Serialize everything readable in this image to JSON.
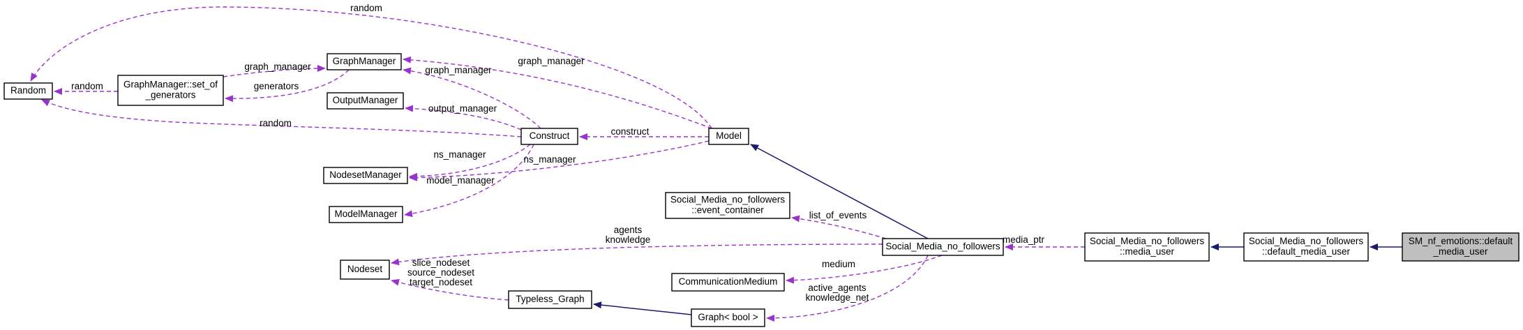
{
  "colors": {
    "usage_edge": "#9a32cd",
    "inheritance_edge": "#191970",
    "highlight_fill": "#bfbfbf"
  },
  "nodes": {
    "random": {
      "lines": [
        "Random"
      ]
    },
    "gm_set": {
      "lines": [
        "GraphManager::set_of",
        "_generators"
      ]
    },
    "graph_manager": {
      "lines": [
        "GraphManager"
      ]
    },
    "output_manager": {
      "lines": [
        "OutputManager"
      ]
    },
    "nodeset_manager": {
      "lines": [
        "NodesetManager"
      ]
    },
    "model_manager": {
      "lines": [
        "ModelManager"
      ]
    },
    "construct": {
      "lines": [
        "Construct"
      ]
    },
    "model": {
      "lines": [
        "Model"
      ]
    },
    "event_container": {
      "lines": [
        "Social_Media_no_followers",
        "::event_container"
      ]
    },
    "nodeset": {
      "lines": [
        "Nodeset"
      ]
    },
    "communication_medium": {
      "lines": [
        "CommunicationMedium"
      ]
    },
    "typeless_graph": {
      "lines": [
        "Typeless_Graph"
      ]
    },
    "graph_bool": {
      "lines": [
        "Graph< bool >"
      ]
    },
    "smnf": {
      "lines": [
        "Social_Media_no_followers"
      ]
    },
    "media_user": {
      "lines": [
        "Social_Media_no_followers",
        "::media_user"
      ]
    },
    "default_media_user": {
      "lines": [
        "Social_Media_no_followers",
        "::default_media_user"
      ]
    },
    "sm_nf_emotions": {
      "lines": [
        "SM_nf_emotions::default",
        "_media_user"
      ]
    }
  },
  "edge_labels": {
    "random_top": [
      "random"
    ],
    "random_gm_set": [
      "random"
    ],
    "graph_manager_set": [
      "graph_manager"
    ],
    "generators": [
      "generators"
    ],
    "graph_manager_construct": [
      "graph_manager"
    ],
    "graph_manager_model": [
      "graph_manager"
    ],
    "random_construct": [
      "random"
    ],
    "output_manager": [
      "output_manager"
    ],
    "construct_model": [
      "construct"
    ],
    "ns_manager_construct": [
      "ns_manager"
    ],
    "ns_manager_model": [
      "ns_manager"
    ],
    "model_manager": [
      "model_manager"
    ],
    "list_of_events": [
      "list_of_events"
    ],
    "agents_knowledge": [
      "agents",
      "knowledge"
    ],
    "media_ptr": [
      "media_ptr"
    ],
    "medium": [
      "medium"
    ],
    "nodeset_graph": [
      "slice_nodeset",
      "source_nodeset",
      "target_nodeset"
    ],
    "active_agents": [
      "active_agents",
      "knowledge_net"
    ]
  }
}
